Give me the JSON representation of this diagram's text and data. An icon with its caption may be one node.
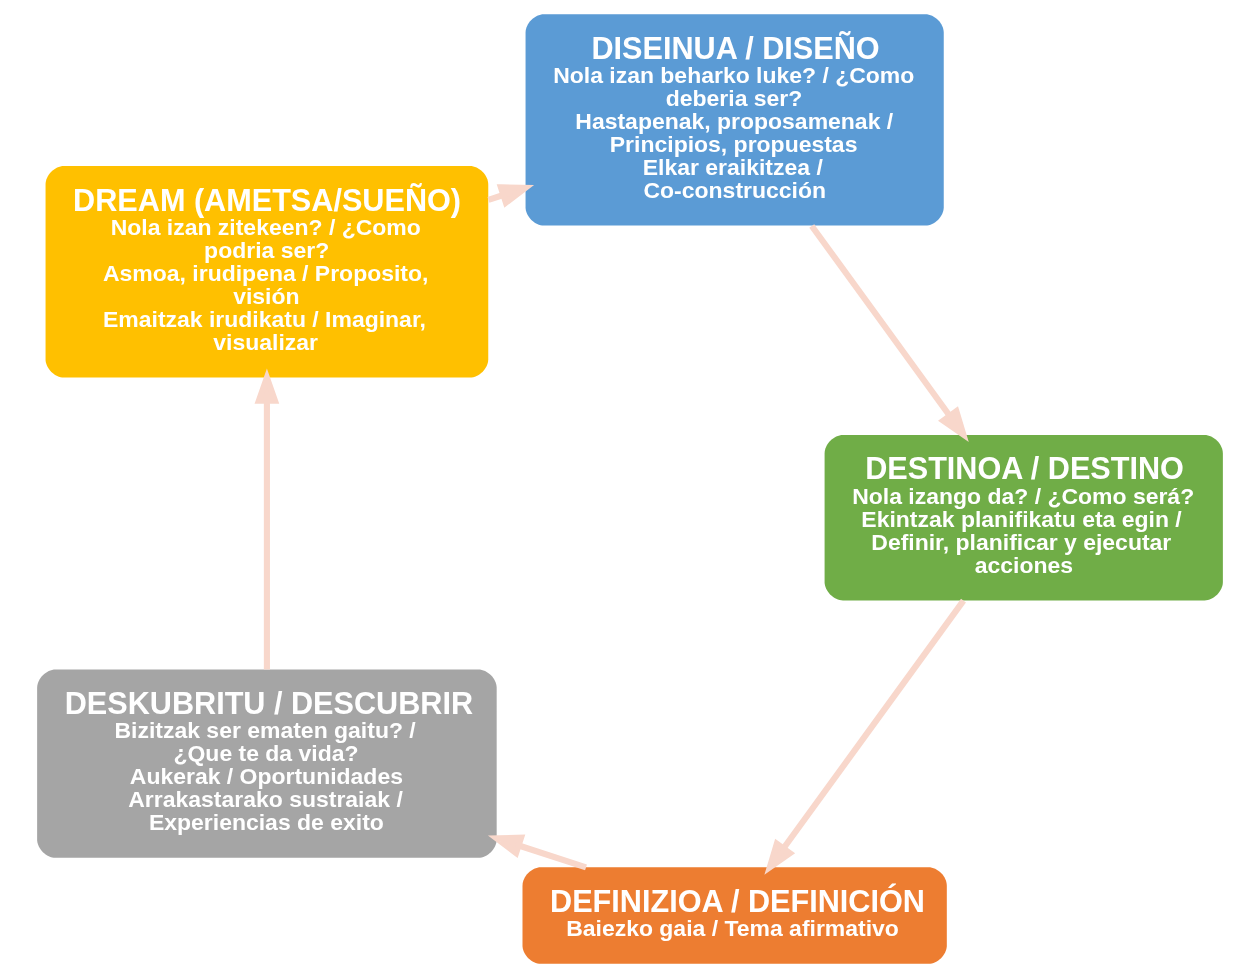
{
  "diagram": {
    "nodes": [
      {
        "text": [
          "DEFINIZIOA / DEFINICIÓN",
          "Baiezko gaia / Tema afirmativo"
        ]
      },
      {
        "text": [
          "DESKUBRITU / DESCUBRIR",
          "Bizitzak ser ematen gaitu? / ¿Que te da vida?",
          "Aukerak / Oportunidades",
          "Arrakastarako sustraiak / Experiencias de exito"
        ]
      },
      {
        "text": [
          "DREAM (AMETSA/SUEÑO)",
          "Nola izan zitekeen? / ¿Como podria ser?",
          "Asmoa, irudipena / Proposito, visión",
          "Emaitzak irudikatu / Imaginar, visualizar"
        ]
      },
      {
        "text": [
          "DISEINUA / DISEÑO",
          "Nola izan beharko luke? / ¿Como deberia ser?",
          "Hastapenak, proposamenak / Principios, propuestas",
          "Elkar eraikitzea / Co-construcción"
        ]
      },
      {
        "text": [
          "DESTINOA / DESTINO",
          "Nola izango da? / ¿Como será?",
          "Ekintzak planifikatu eta egin / Definir, planificar y ejecutar acciones"
        ]
      }
    ],
    "edges": [
      {
        "from": 0,
        "to": 1,
        "arrow": "to"
      },
      {
        "from": 1,
        "to": 2,
        "arrow": "to"
      },
      {
        "from": 2,
        "to": 3,
        "arrow": "to"
      },
      {
        "from": 3,
        "to": 4,
        "arrow": "to"
      },
      {
        "from": 4,
        "to": 0,
        "arrow": "to"
      }
    ]
  }
}
